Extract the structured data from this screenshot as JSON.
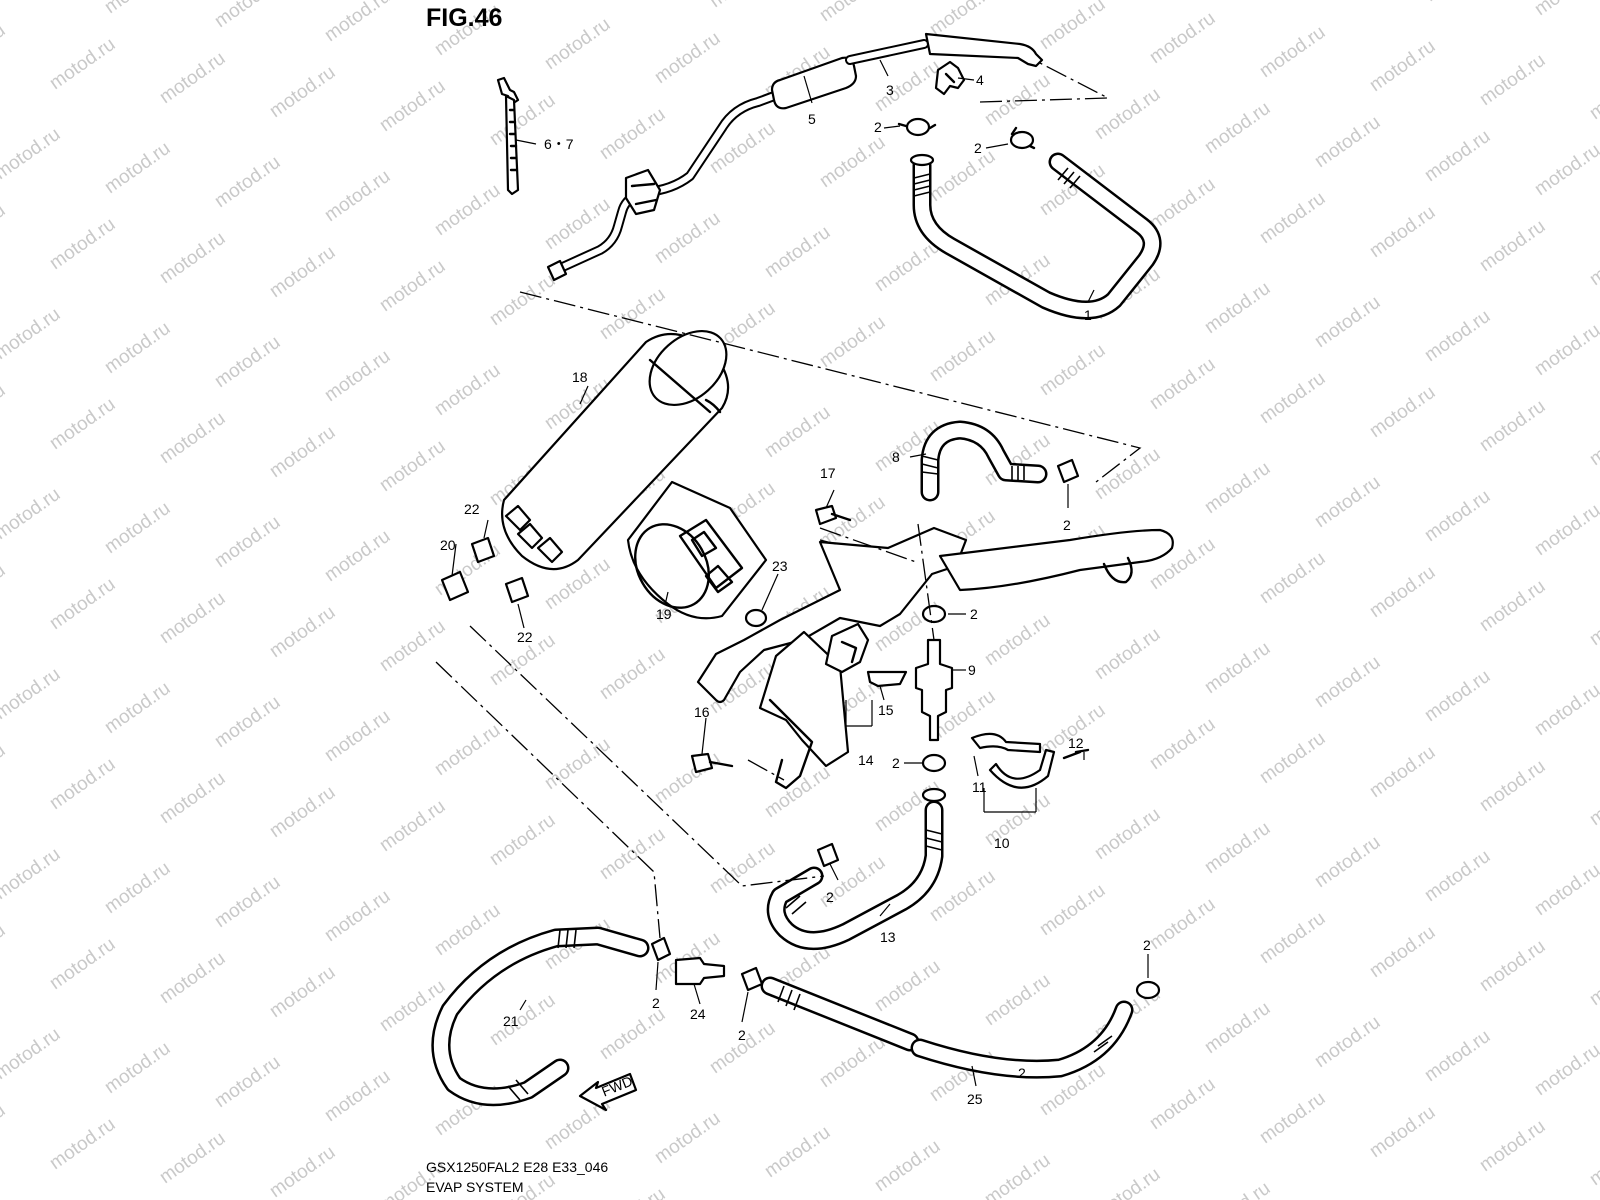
{
  "figure": {
    "title": "FIG.46",
    "model_code": "GSX1250FAL2 E28 E33_046",
    "section": "EVAP SYSTEM",
    "watermark": "motod.ru",
    "fwd_label": "FWD"
  },
  "callouts": [
    {
      "id": "c-1",
      "text": "1"
    },
    {
      "id": "c-2a",
      "text": "2"
    },
    {
      "id": "c-2b",
      "text": "2"
    },
    {
      "id": "c-2c",
      "text": "2"
    },
    {
      "id": "c-2d",
      "text": "2"
    },
    {
      "id": "c-2e",
      "text": "2"
    },
    {
      "id": "c-2f",
      "text": "2"
    },
    {
      "id": "c-2g",
      "text": "2"
    },
    {
      "id": "c-2h",
      "text": "2"
    },
    {
      "id": "c-2i",
      "text": "2"
    },
    {
      "id": "c-2j",
      "text": "2"
    },
    {
      "id": "c-3",
      "text": "3"
    },
    {
      "id": "c-4",
      "text": "4"
    },
    {
      "id": "c-5",
      "text": "5"
    },
    {
      "id": "c-67",
      "text": "6・7"
    },
    {
      "id": "c-8",
      "text": "8"
    },
    {
      "id": "c-9",
      "text": "9"
    },
    {
      "id": "c-10",
      "text": "10"
    },
    {
      "id": "c-11",
      "text": "11"
    },
    {
      "id": "c-12",
      "text": "12"
    },
    {
      "id": "c-13",
      "text": "13"
    },
    {
      "id": "c-14",
      "text": "14"
    },
    {
      "id": "c-15",
      "text": "15"
    },
    {
      "id": "c-16",
      "text": "16"
    },
    {
      "id": "c-17",
      "text": "17"
    },
    {
      "id": "c-18",
      "text": "18"
    },
    {
      "id": "c-19",
      "text": "19"
    },
    {
      "id": "c-20",
      "text": "20"
    },
    {
      "id": "c-21",
      "text": "21"
    },
    {
      "id": "c-22a",
      "text": "22"
    },
    {
      "id": "c-22b",
      "text": "22"
    },
    {
      "id": "c-23",
      "text": "23"
    },
    {
      "id": "c-24",
      "text": "24"
    },
    {
      "id": "c-25",
      "text": "25"
    }
  ]
}
